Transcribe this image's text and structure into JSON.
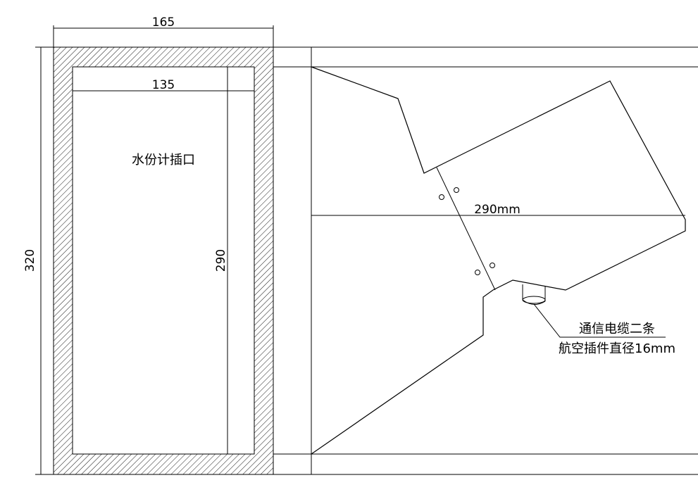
{
  "dimensions": {
    "outer_width": "165",
    "inner_width": "135",
    "outer_height": "320",
    "inner_height": "290",
    "diagonal_length": "290mm"
  },
  "labels": {
    "moisture_meter_slot": "水份计插口",
    "cable_note_line1": "通信电缆二条",
    "cable_note_line2": "航空插件直径16mm"
  }
}
